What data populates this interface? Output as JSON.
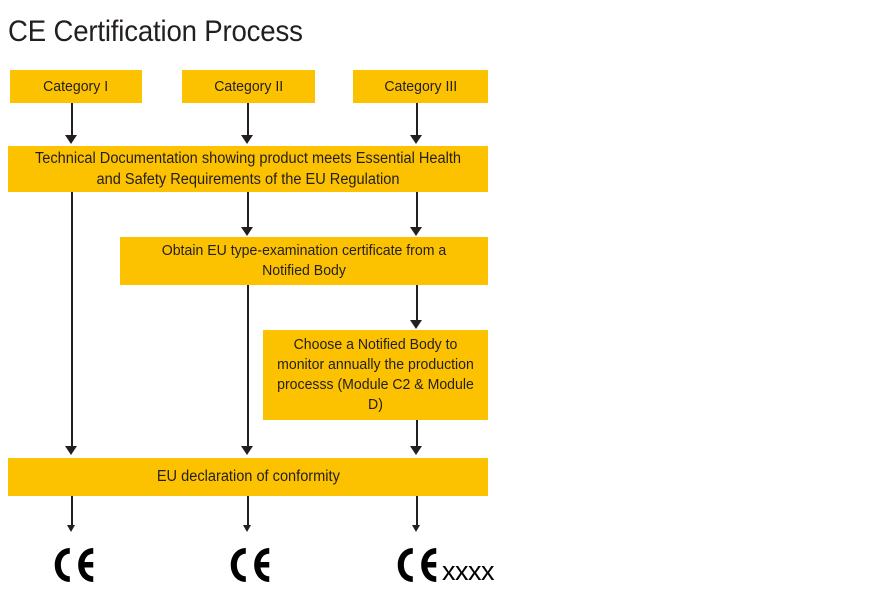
{
  "page": {
    "title": "CE Certification Process",
    "background_color": "#ffffff",
    "box_color": "#fcc200",
    "text_color": "#231f20",
    "line_color": "#231f20"
  },
  "diagram": {
    "type": "flowchart",
    "columns": [
      {
        "id": "category-1",
        "label": "Category I"
      },
      {
        "id": "category-2",
        "label": "Category II"
      },
      {
        "id": "category-3",
        "label": "Category III"
      }
    ],
    "nodes": [
      {
        "id": "category-1",
        "label": "Category I"
      },
      {
        "id": "category-2",
        "label": "Category II"
      },
      {
        "id": "category-3",
        "label": "Category III"
      },
      {
        "id": "technical-documentation",
        "label": "Technical Documentation showing product meets Essential Health and Safety Requirements of the EU Regulation"
      },
      {
        "id": "obtain-type-examination",
        "label": "Obtain EU type-examination certificate from a Notified Body"
      },
      {
        "id": "choose-notified-body",
        "label": "Choose a Notified Body to monitor annually the production processs (Module C2 & Module D)"
      },
      {
        "id": "eu-declaration",
        "label": "EU declaration of conformity"
      }
    ],
    "outcomes": [
      {
        "id": "ce-mark-1",
        "mark": "CE",
        "suffix": ""
      },
      {
        "id": "ce-mark-2",
        "mark": "CE",
        "suffix": ""
      },
      {
        "id": "ce-mark-3",
        "mark": "CE",
        "suffix": "xxxx"
      }
    ],
    "edges": [
      {
        "from": "category-1",
        "to": "technical-documentation"
      },
      {
        "from": "category-2",
        "to": "technical-documentation"
      },
      {
        "from": "category-3",
        "to": "technical-documentation"
      },
      {
        "from": "technical-documentation",
        "to": "eu-declaration"
      },
      {
        "from": "technical-documentation",
        "to": "obtain-type-examination"
      },
      {
        "from": "obtain-type-examination",
        "to": "eu-declaration"
      },
      {
        "from": "obtain-type-examination",
        "to": "choose-notified-body"
      },
      {
        "from": "choose-notified-body",
        "to": "eu-declaration"
      },
      {
        "from": "eu-declaration",
        "to": "ce-mark-1"
      },
      {
        "from": "eu-declaration",
        "to": "ce-mark-2"
      },
      {
        "from": "eu-declaration",
        "to": "ce-mark-3"
      }
    ]
  }
}
